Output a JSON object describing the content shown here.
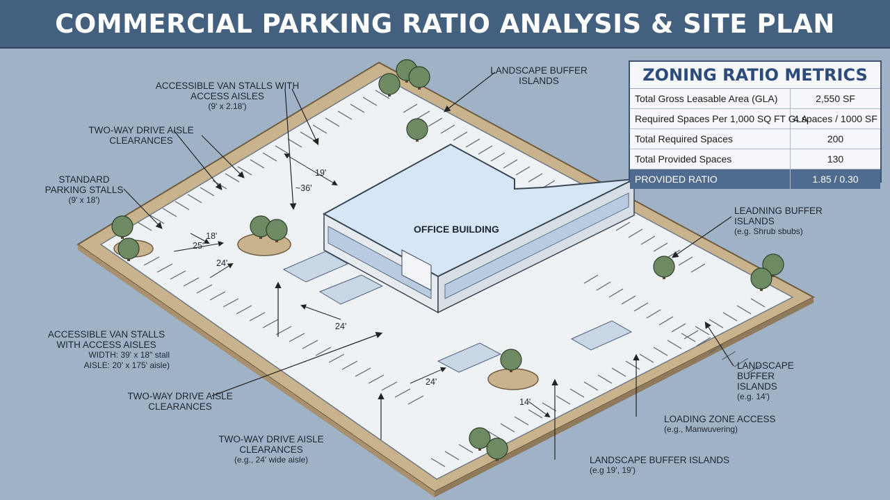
{
  "title": "COMMERCIAL PARKING RATIO ANALYSIS & SITE PLAN",
  "metrics": {
    "title": "ZONING RATIO METRICS",
    "rows": [
      {
        "label": "Total Gross Leasable Area (GLA)",
        "value": "2,550 SF"
      },
      {
        "label": "Required Spaces Per 1,000 SQ FT GLA",
        "value": "4 spaces / 1000 SF"
      },
      {
        "label": "Total Required Spaces",
        "value": "200"
      },
      {
        "label": "Total Provided Spaces",
        "value": "130"
      },
      {
        "label": "PROVIDED RATIO",
        "value": "1.85 / 0.30"
      }
    ]
  },
  "building_label": "OFFICE BUILDING",
  "callouts": {
    "van_top": {
      "title": "ACCESSIBLE VAN STALLS WITH ACCESS AISLES",
      "sub": "(9' x 2.18')"
    },
    "drive_top": {
      "title": "TWO-WAY DRIVE AISLE CLEARANCES"
    },
    "standard": {
      "title": "STANDARD PARKING STALLS",
      "sub": "(9' x 18')"
    },
    "landscape_top": {
      "title": "LANDSCAPE BUFFER ISLANDS"
    },
    "leading": {
      "title": "LEADNING BUFFER ISLANDS",
      "sub": "(e.g. Shrub sbubs)"
    },
    "van_left": {
      "title": "ACCESSIBLE VAN STALLS WITH ACCESS AISLES",
      "sub1": "WIDTH: 39' x 18\" stall",
      "sub2": "AISLE: 20' x 175' aisle)"
    },
    "drive_mid": {
      "title": "TWO-WAY DRIVE AISLE CLEARANCES"
    },
    "drive_bottom": {
      "title": "TWO-WAY DRIVE AISLE CLEARANCES",
      "sub": "(e.g., 24' wide aisle)"
    },
    "landscape_right": {
      "title": "LANDSCAPE BUFFER ISLANDS",
      "sub": "(e.g. 14')"
    },
    "loading": {
      "title": "LOADING ZONE ACCESS",
      "sub": "(e.g., Manwuvering)"
    },
    "landscape_bottom": {
      "title": "LANDSCAPE BUFFER ISLANDS",
      "sub": "(e.g 19', 19')"
    }
  },
  "dimensions": {
    "d19": "19'",
    "d36": "~36'",
    "d18": "18'",
    "d25": "25'",
    "d24a": "24'",
    "d24b": "24'",
    "d24c": "24'",
    "d14": "14'"
  },
  "colors": {
    "banner": "#44607f",
    "background": "#9fb2c6",
    "site_border": "#c6b08a",
    "pavement": "#eef2f5",
    "roof": "#d7e6f7",
    "highlight_row": "#4f6b90"
  }
}
